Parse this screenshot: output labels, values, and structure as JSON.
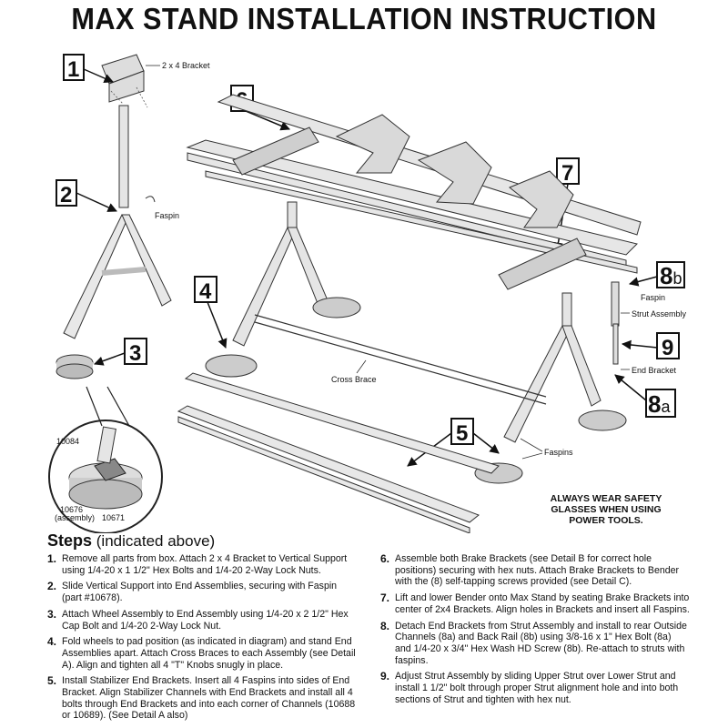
{
  "title": "MAX STAND INSTALLATION INSTRUCTION",
  "labels": {
    "bracket_2x4": "2 x 4 Bracket",
    "faspin": "Faspin",
    "cross_brace": "Cross Brace",
    "faspins": "Faspins",
    "strut_assembly": "Strut Assembly",
    "end_bracket": "End Bracket",
    "part_10084": "10084",
    "part_10676": "10676",
    "part_10676_note": "(assembly)",
    "part_10671": "10671"
  },
  "callouts": {
    "c1": "1",
    "c2": "2",
    "c3": "3",
    "c4": "4",
    "c5": "5",
    "c6": "6",
    "c7": "7",
    "c8b_num": "8",
    "c8b_sub": "b",
    "c9": "9",
    "c8a_num": "8",
    "c8a_sub": "a"
  },
  "safety_notice": [
    "ALWAYS WEAR SAFETY",
    "GLASSES WHEN USING",
    "POWER TOOLS."
  ],
  "steps_heading": {
    "bold": "Steps",
    "note": "(indicated above)"
  },
  "steps": [
    {
      "num": "1.",
      "text": "Remove all parts from box. Attach 2 x 4 Bracket to Vertical Support using 1/4-20 x 1 1/2\" Hex Bolts and 1/4-20 2-Way Lock Nuts."
    },
    {
      "num": "2.",
      "text": "Slide Vertical Support into End Assemblies, securing with Faspin (part #10678)."
    },
    {
      "num": "3.",
      "text": "Attach Wheel Assembly to End Assembly using 1/4-20 x 2 1/2\" Hex Cap Bolt and 1/4-20 2-Way Lock Nut."
    },
    {
      "num": "4.",
      "text": "Fold wheels to pad position (as indicated in diagram) and stand End Assemblies apart. Attach Cross Braces to each Assembly (see Detail A). Align and tighten all 4 \"T\" Knobs snugly in place."
    },
    {
      "num": "5.",
      "text": "Install Stabilizer End Brackets. Insert all 4 Faspins into sides of End Bracket. Align Stabilizer Channels with End Brackets and install all 4 bolts through End Brackets and into each corner of Channels (10688 or 10689). (See Detail A also)"
    },
    {
      "num": "6.",
      "text": "Assemble both Brake Brackets (see Detail B for correct hole positions) securing with hex nuts. Attach Brake Brackets to Bender with the (8) self-tapping screws provided (see Detail C)."
    },
    {
      "num": "7.",
      "text": "Lift and lower Bender onto Max Stand by seating Brake Brackets into center of 2x4 Brackets. Align holes in Brackets and insert all Faspins."
    },
    {
      "num": "8.",
      "text": "Detach End Brackets from Strut Assembly and install to rear Outside Channels (8a) and Back Rail (8b) using 3/8-16 x 1\" Hex Bolt (8a) and 1/4-20 x 3/4\" Hex Wash HD Screw (8b). Re-attach to struts with faspins."
    },
    {
      "num": "9.",
      "text": "Adjust Strut Assembly by sliding Upper Strut over Lower Strut and install 1 1/2\" bolt through proper Strut alignment hole and into both sections of Strut and tighten with hex nut."
    }
  ]
}
